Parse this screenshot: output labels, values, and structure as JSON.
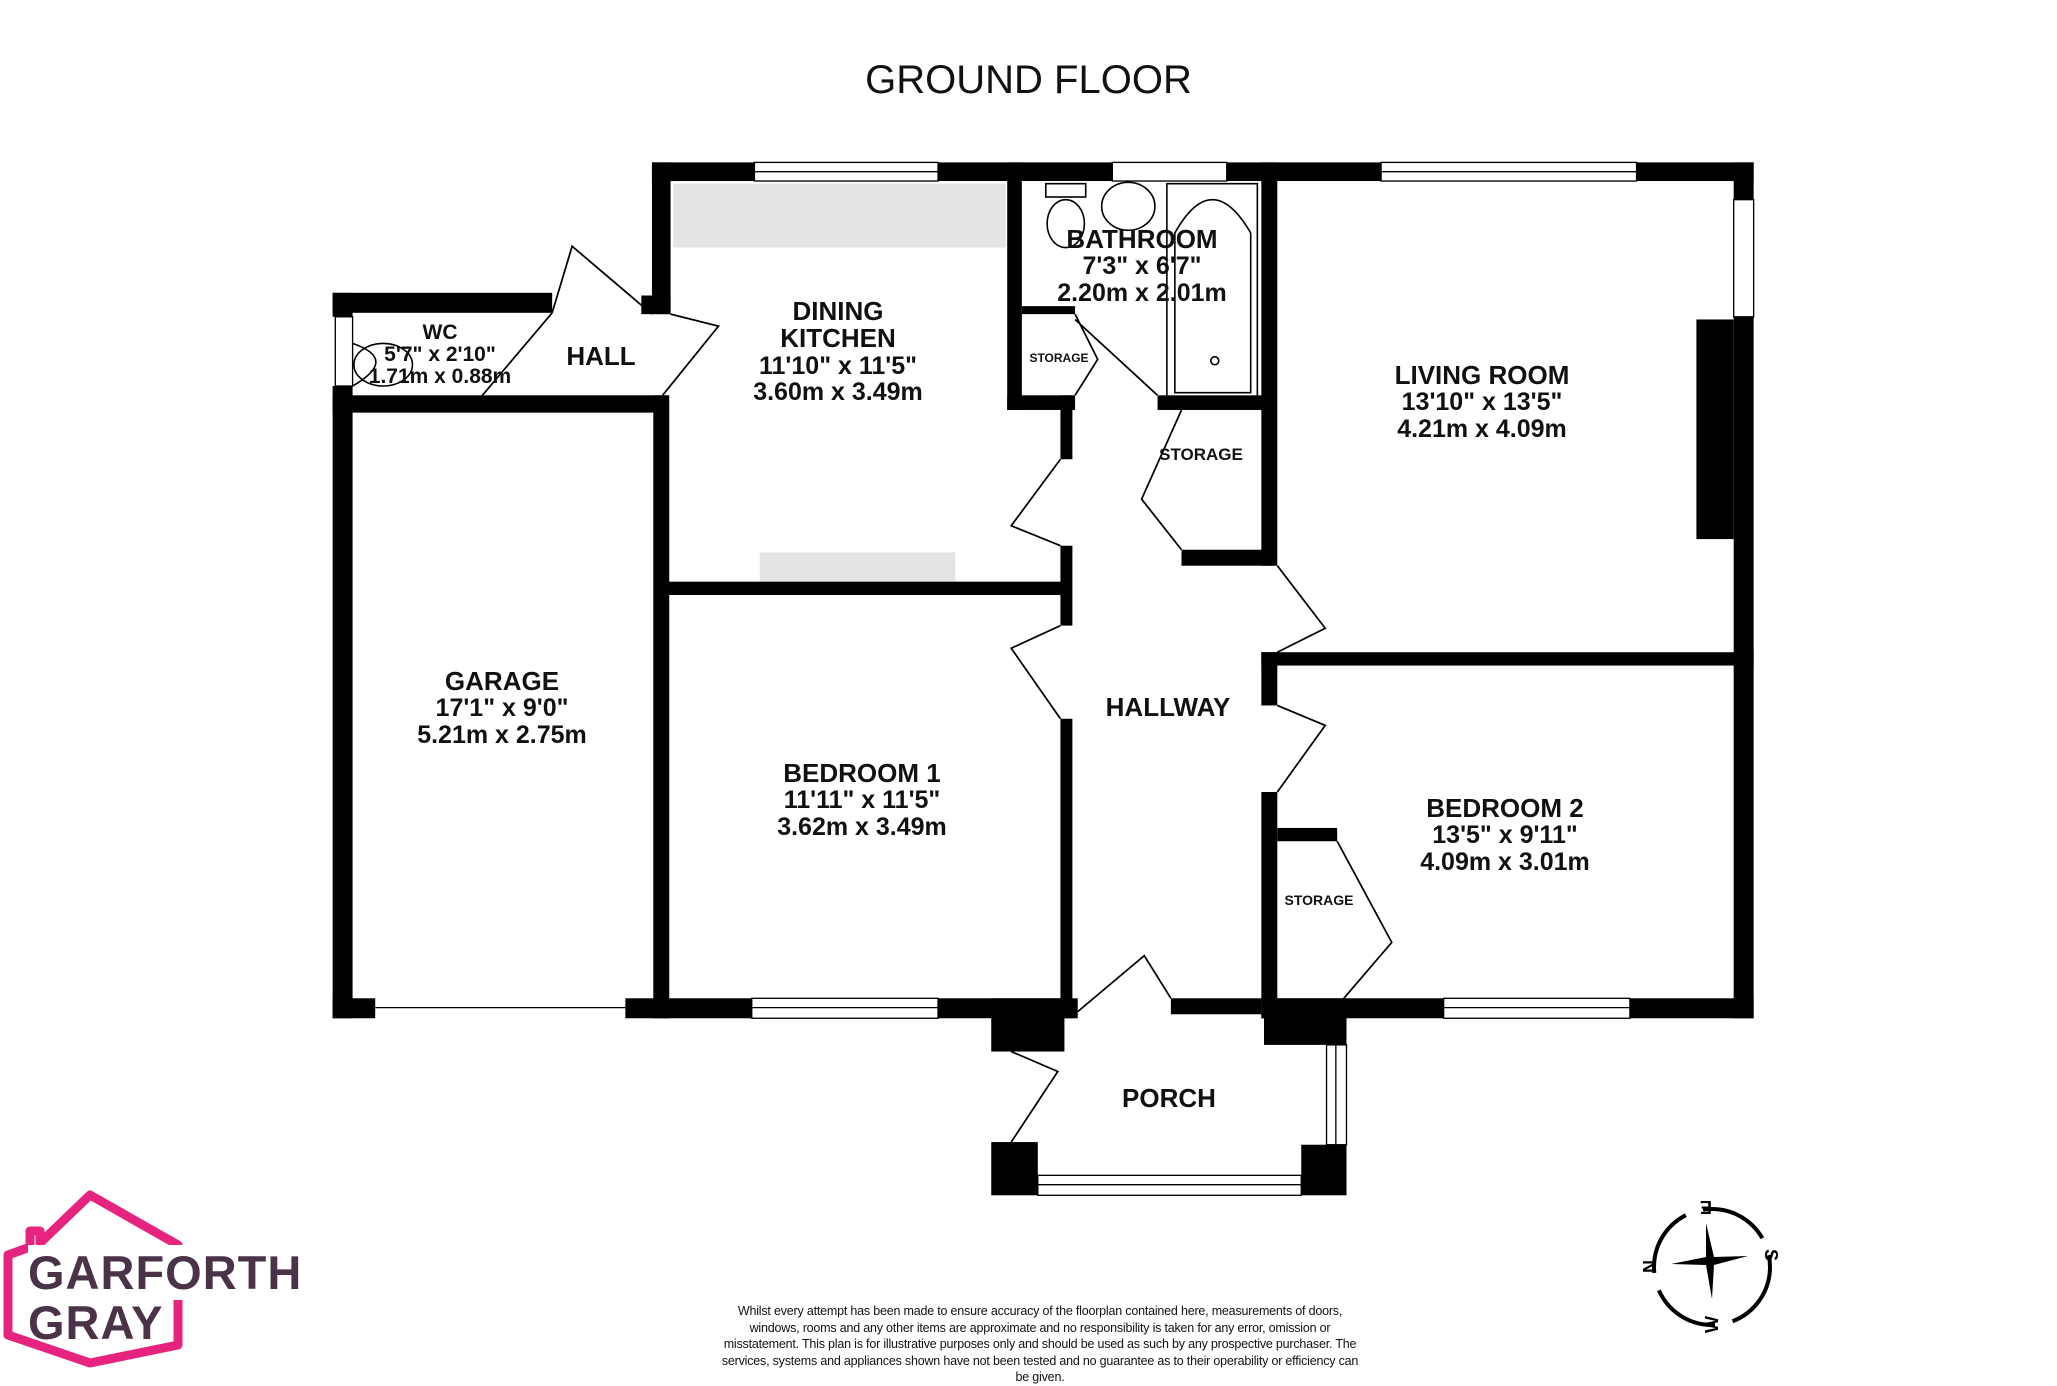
{
  "title": "GROUND FLOOR",
  "rooms": {
    "bathroom": {
      "name": "BATHROOM",
      "imperial": "7'3\"  x 6'7\"",
      "metric": "2.20m  x 2.01m"
    },
    "dining_kitchen": {
      "name": "DINING\nKITCHEN",
      "name1": "DINING",
      "name2": "KITCHEN",
      "imperial": "11'10\"  x 11'5\"",
      "metric": "3.60m  x 3.49m"
    },
    "wc": {
      "name": "WC",
      "imperial": "5'7\"  x 2'10\"",
      "metric": "1.71m  x 0.88m"
    },
    "hall": {
      "name": "HALL"
    },
    "living_room": {
      "name": "LIVING ROOM",
      "imperial": "13'10\"  x 13'5\"",
      "metric": "4.21m  x 4.09m"
    },
    "garage": {
      "name": "GARAGE",
      "imperial": "17'1\"  x 9'0\"",
      "metric": "5.21m  x 2.75m"
    },
    "bedroom1": {
      "name": "BEDROOM 1",
      "imperial": "11'11\"  x 11'5\"",
      "metric": "3.62m  x 3.49m"
    },
    "hallway": {
      "name": "HALLWAY"
    },
    "bedroom2": {
      "name": "BEDROOM 2",
      "imperial": "13'5\"  x 9'11\"",
      "metric": "4.09m  x 3.01m"
    },
    "porch": {
      "name": "PORCH"
    },
    "storage_small": {
      "name": "STORAGE"
    },
    "storage_hall": {
      "name": "STORAGE"
    },
    "storage_bed2": {
      "name": "STORAGE"
    }
  },
  "compass": {
    "n": "N",
    "e": "E",
    "s": "S",
    "w": "W"
  },
  "logo": {
    "line1": "GARFORTH",
    "line2": "GRAY",
    "brand_color": "#e6247f",
    "text_color": "#4a3348"
  },
  "disclaimer": "Whilst every attempt has been made to ensure accuracy of the floorplan contained here, measurements of doors, windows, rooms and any other items are approximate and no responsibility is taken for any error, omission or misstatement. This plan is for illustrative purposes only and should be used as such by any prospective purchaser. The services, systems and appliances shown have not been tested and no guarantee as to their operability or efficiency can be given."
}
